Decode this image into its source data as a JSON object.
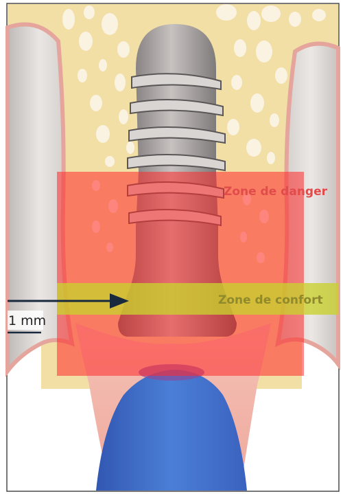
{
  "labels": {
    "danger_zone": "Zone de danger",
    "comfort_zone": "Zone de confort",
    "measure": "1 mm"
  },
  "colors": {
    "bone": "#f1dfa6",
    "gum": "#f2b8b0",
    "tooth": "#dcd8d6",
    "implant": "#8a8686",
    "danger_overlay": "#ff2a2a",
    "danger_text": "#e14b4b",
    "comfort_overlay": "#c9d12e",
    "comfort_text": "#8f8a2c",
    "blue_crown": "#3c68c4",
    "arrow": "#1a2a3e"
  },
  "icons": {
    "arrow": "arrow-right-icon"
  }
}
